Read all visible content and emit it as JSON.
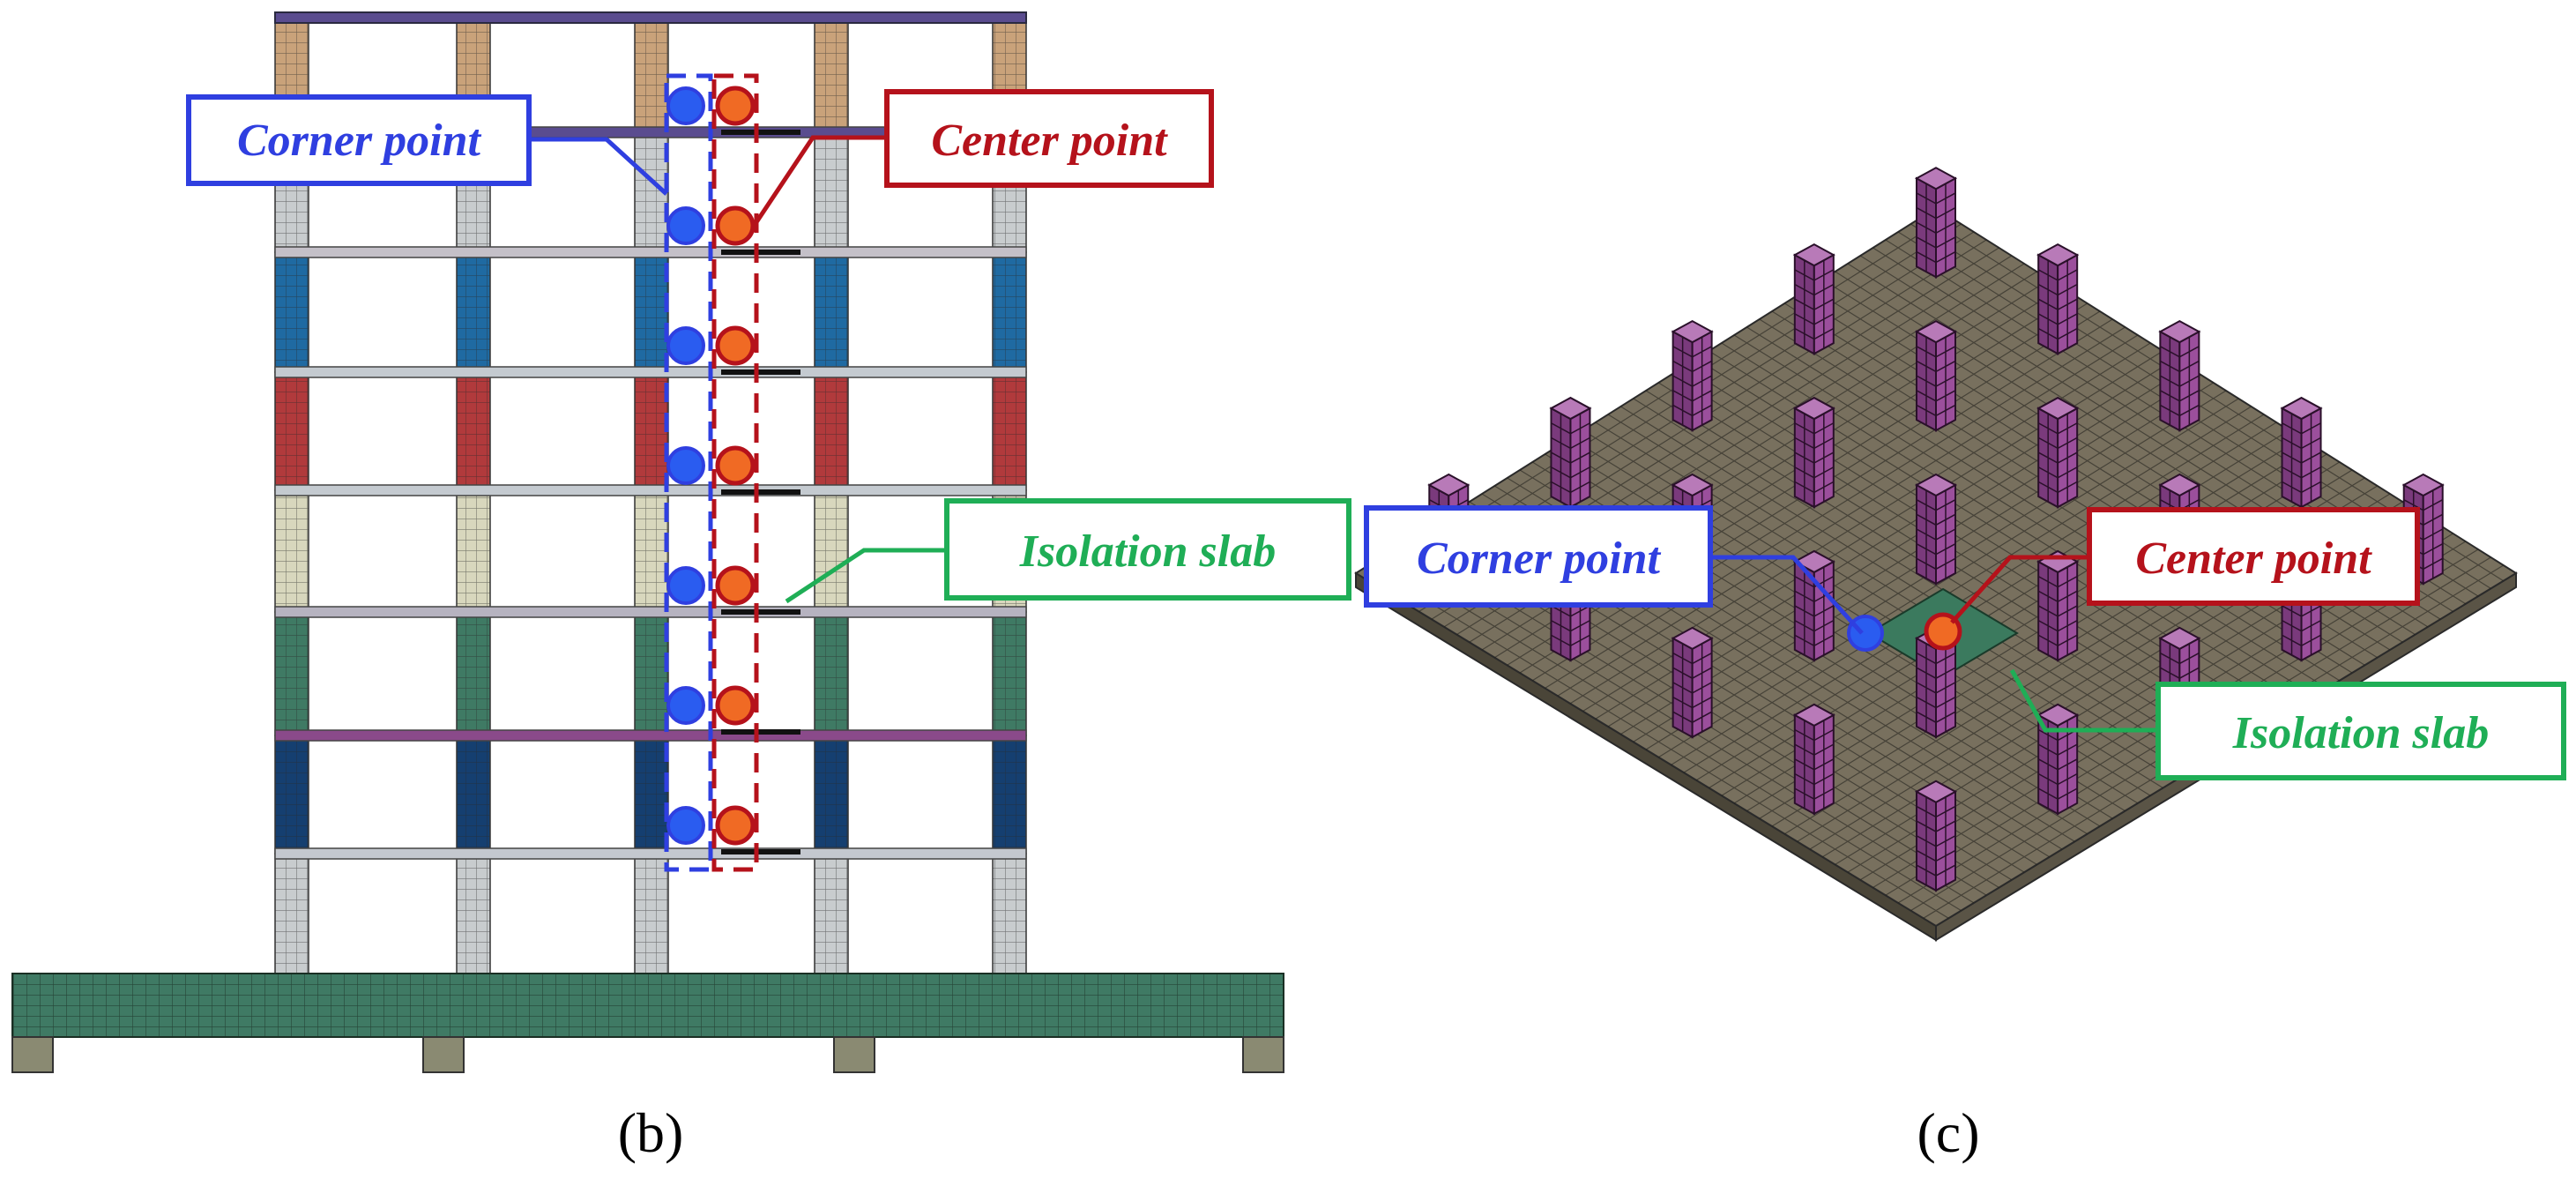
{
  "panel_b": {
    "caption": "(b)",
    "labels": {
      "corner": "Corner point",
      "center": "Center point",
      "isolation": "Isolation slab"
    }
  },
  "panel_c": {
    "caption": "(c)",
    "labels": {
      "corner": "Corner point",
      "center": "Center point",
      "isolation": "Isolation slab"
    }
  },
  "colors": {
    "corner_blue": "#2f3fe0",
    "corner_marker": "#2a5cf0",
    "center_red": "#b5121b",
    "center_marker": "#f06a24",
    "isolation_green": "#1fae56",
    "column_purple": "#9b4f9c",
    "deck_gray": "#78705e",
    "isolation_slab_fill": "#3b7a5e",
    "foundation_green": "#3f7a64",
    "footing_gray": "#8a8a72"
  },
  "floor_band_colors": [
    "#c9a27a",
    "#c8ccce",
    "#1f6aa2",
    "#b13a3c",
    "#d8d7bd",
    "#3f7a64",
    "#153f70",
    "#c8ccce",
    "#d2d2d2"
  ],
  "beam_colors": [
    "#5a4c8f",
    "#c4c0c8",
    "#c4cad0",
    "#c4cad0",
    "#b6b3c0",
    "#8a4a8a",
    "#c4c8cf",
    "#b7c6d6"
  ],
  "storey_count": 8
}
